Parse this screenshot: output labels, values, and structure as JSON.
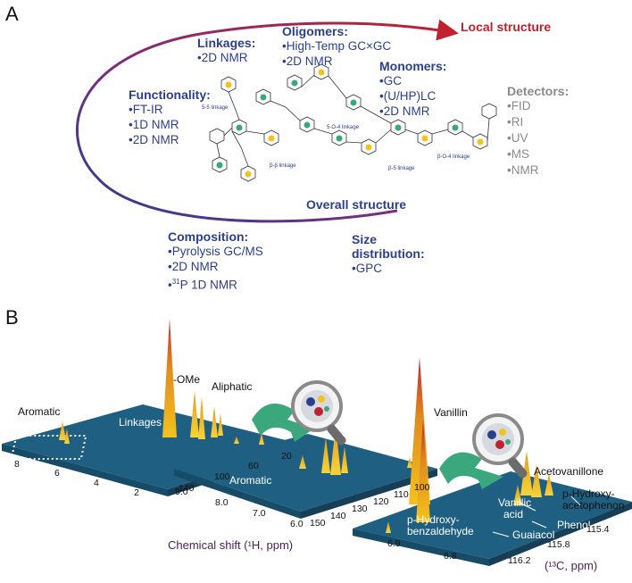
{
  "panelA": {
    "letter": "A",
    "local_structure": "Local structure",
    "overall_structure": "Overall structure",
    "linkages": {
      "title": "Linkages:",
      "items": [
        "•2D NMR"
      ]
    },
    "oligomers": {
      "title": "Oligomers:",
      "items": [
        "•High-Temp GC×GC",
        "•2D NMR"
      ]
    },
    "monomers": {
      "title": "Monomers:",
      "items": [
        "•GC",
        "•(U/HP)LC",
        "•2D NMR"
      ]
    },
    "functionality": {
      "title": "Functionality:",
      "items": [
        "•FT-IR",
        "•1D NMR",
        "•2D NMR"
      ]
    },
    "detectors": {
      "title": "Detectors:",
      "items": [
        "•FID",
        "•RI",
        "•UV",
        "•MS",
        "•NMR"
      ]
    },
    "composition": {
      "title": "Composition:",
      "items": [
        "•Pyrolysis GC/MS",
        "•2D NMR",
        "•",
        "31",
        "P 1D NMR"
      ]
    },
    "size": {
      "title_line1": "Size",
      "title_line2": "distribution:",
      "items": [
        "•GPC"
      ]
    },
    "lignin_labels": [
      "5-5 linkage",
      "β-β linkage",
      "5-O-4 linkage",
      "β-5 linkage",
      "β-O-4 linkage"
    ]
  },
  "panelB": {
    "letter": "B",
    "plot1": {
      "labels": {
        "aromatic": "Aromatic",
        "linkages": "Linkages",
        "ome": "-OMe",
        "aliphatic": "Aliphatic"
      },
      "ticks_front": [
        "8",
        "6",
        "4",
        "2"
      ],
      "ticks_side": [
        "140",
        "100",
        "60",
        "20"
      ]
    },
    "plot2": {
      "labels": {
        "aromatic": "Aromatic"
      },
      "ticks_front": [
        "9.0",
        "8.0",
        "7.0",
        "6.0"
      ],
      "ticks_side": [
        "150",
        "140",
        "130",
        "120",
        "110",
        "100"
      ]
    },
    "plot3": {
      "labels": {
        "vanillin": "Vanillin",
        "acetovanillone": "Acetovanillone",
        "p_hydroxy_aceto_1": "p-Hydroxy-",
        "p_hydroxy_aceto_2": "acetophenon",
        "vanillic_1": "Vanillic",
        "vanillic_2": "acid",
        "phenol": "Phenol",
        "guaiacol": "Guaiacol",
        "p_hydroxy_benz_1": "p-Hydroxy-",
        "p_hydroxy_benz_2": "benzaldehyde"
      },
      "ticks_front": [
        "6.9",
        "6.8"
      ],
      "ticks_side": [
        "116.2",
        "115.8",
        "115.4"
      ]
    },
    "axis_1h": "Chemical shift (¹H, ppm)",
    "axis_13c": "(¹³C, ppm)"
  },
  "colors": {
    "surface": "#1e5f82",
    "surface_dark": "#174c68",
    "arc_start": "#c0212f",
    "arc_end": "#2b3f8c",
    "peak_yellow": "#f4c21c",
    "peak_red": "#c0212f",
    "arrow_green": "#3aa77d"
  }
}
